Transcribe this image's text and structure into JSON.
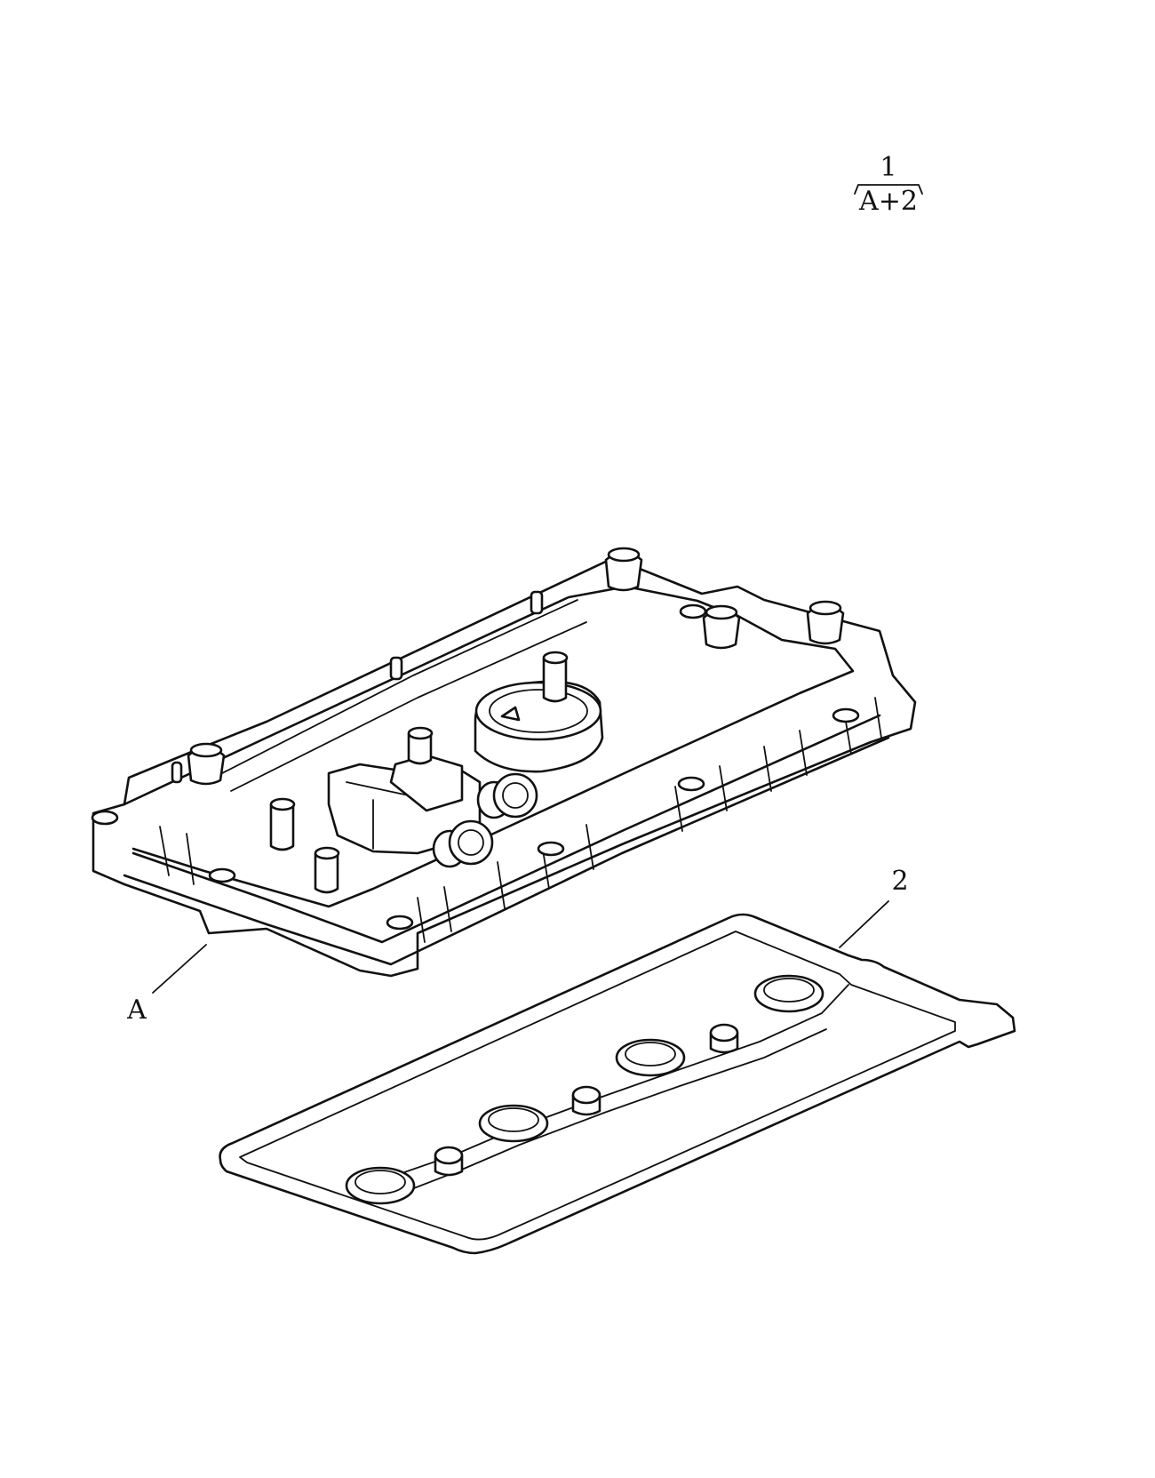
{
  "callouts": {
    "assembly_number": "1",
    "assembly_formula": "A+2",
    "cover_label": "A",
    "gasket_label": "2"
  }
}
